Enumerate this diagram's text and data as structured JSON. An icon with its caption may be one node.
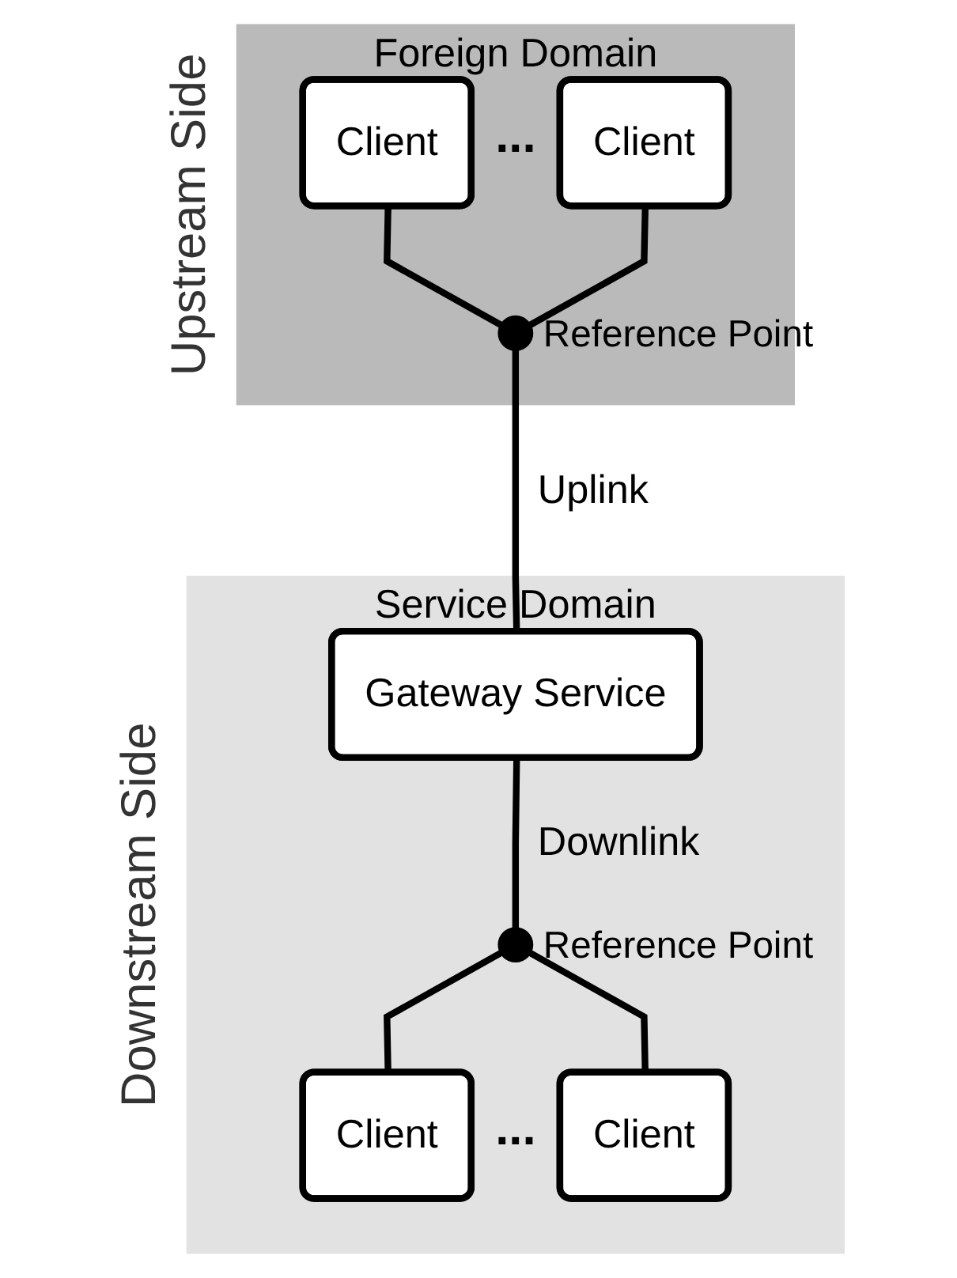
{
  "diagram": {
    "nodes": [
      {
        "text": [
          "Foreign Domain"
        ],
        "beside": [
          "Upstream Side"
        ]
      },
      {
        "text": [
          "Client"
        ],
        "in": 0
      },
      {
        "text": [
          "Client"
        ],
        "in": 0
      },
      {
        "text": [],
        "shape": "circle",
        "in": 0,
        "beside": [
          "Reference Point"
        ]
      },
      {
        "text": [
          "Service Domain"
        ],
        "beside": [
          "Downstream Side"
        ]
      },
      {
        "text": [
          "Gateway Service"
        ],
        "in": 4
      },
      {
        "text": [],
        "shape": "circle",
        "in": 4,
        "beside": [
          "Reference Point"
        ]
      },
      {
        "text": [
          "Client"
        ],
        "in": 4
      },
      {
        "text": [
          "Client"
        ],
        "in": 4
      }
    ],
    "edges": [
      {
        "from": 1,
        "to": 3,
        "arrow": "none"
      },
      {
        "from": 2,
        "to": 3,
        "arrow": "none"
      },
      {
        "from": 3,
        "to": 5,
        "arrow": "none",
        "label": "Uplink"
      },
      {
        "from": 5,
        "to": 6,
        "arrow": "none",
        "label": "Downlink"
      },
      {
        "from": 6,
        "to": 7,
        "arrow": "none"
      },
      {
        "from": 6,
        "to": 8,
        "arrow": "none"
      }
    ],
    "labels": [
      "...",
      "..."
    ]
  }
}
